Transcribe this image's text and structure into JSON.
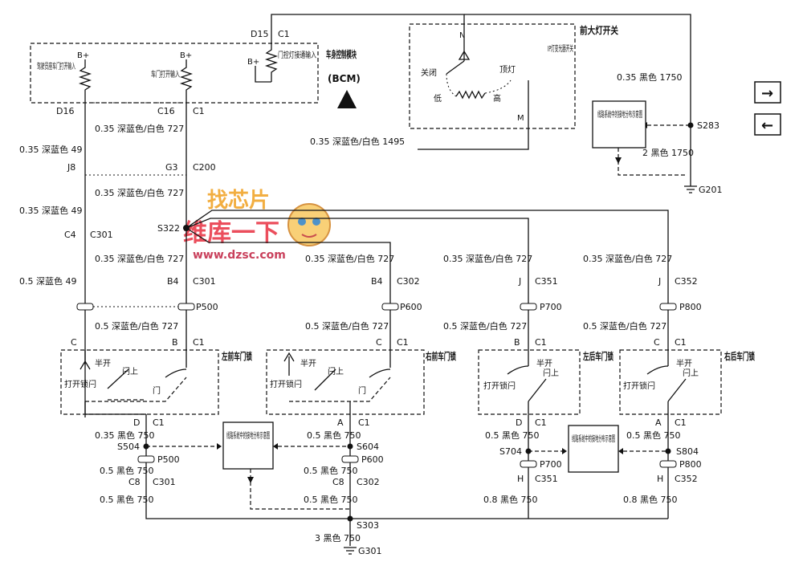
{
  "module_bcm": {
    "title": "车身控制模块",
    "subtitle": "(BCM)",
    "in1": "驾驶员座车门打开输入",
    "in2": "车门打开输入",
    "in3": "门控灯接通输入",
    "bplus": "B+",
    "pin_d16": "D16",
    "pin_c16": "C16",
    "pin_c1": "C1",
    "pin_d15": "D15",
    "pin_c1_top": "C1"
  },
  "headlamp_switch": {
    "title": "前大灯开关",
    "sub": "IP灯变光器开关",
    "off": "关闭",
    "dome": "顶灯",
    "low": "低",
    "high": "高",
    "pin_n": "N",
    "pin_m": "M"
  },
  "wires": {
    "w727": "0.35 深蓝色/白色 727",
    "w49": "0.35 深蓝色 49",
    "w49b": "0.5 深蓝色 49",
    "w1495": "0.35 深蓝色/白色 1495",
    "w1750a": "0.35 黑色 1750",
    "w1750b": "2 黑色 1750",
    "w727b": "0.5 深蓝色/白色 727",
    "w750a": "0.35 黑色 750",
    "w750b": "0.5 黑色 750",
    "w750c": "0.8 黑色 750",
    "w750d": "3 黑色 750"
  },
  "connectors": {
    "j8": "J8",
    "g3": "G3",
    "c200": "C200",
    "c4": "C4",
    "c301": "C301",
    "s322": "S322",
    "b4": "B4",
    "c302": "C302",
    "j": "J",
    "c351": "C351",
    "c352": "C352",
    "p500": "P500",
    "p600": "P600",
    "p700": "P700",
    "p800": "P800",
    "c": "C",
    "b": "B",
    "c1": "C1",
    "d": "D",
    "a": "A",
    "h": "H",
    "c8": "C8",
    "s504": "S504",
    "s604": "S604",
    "s704": "S704",
    "s804": "S804",
    "s303": "S303",
    "g301": "G301",
    "s283": "S283",
    "g201": "G201"
  },
  "locks": {
    "lf": "左前车门锁",
    "rf": "右前车门锁",
    "lr": "左后车门锁",
    "rr": "右后车门锁",
    "half": "半开",
    "latch": "闩上",
    "open": "打开锁闩",
    "door": "门"
  },
  "ground_box": "线路系统中的接地分布示意图",
  "watermark": {
    "site": "www.dzsc.com",
    "cn1": "维库一下",
    "cn2": "找芯片"
  },
  "nav": {
    "forward": "→",
    "back": "←"
  }
}
